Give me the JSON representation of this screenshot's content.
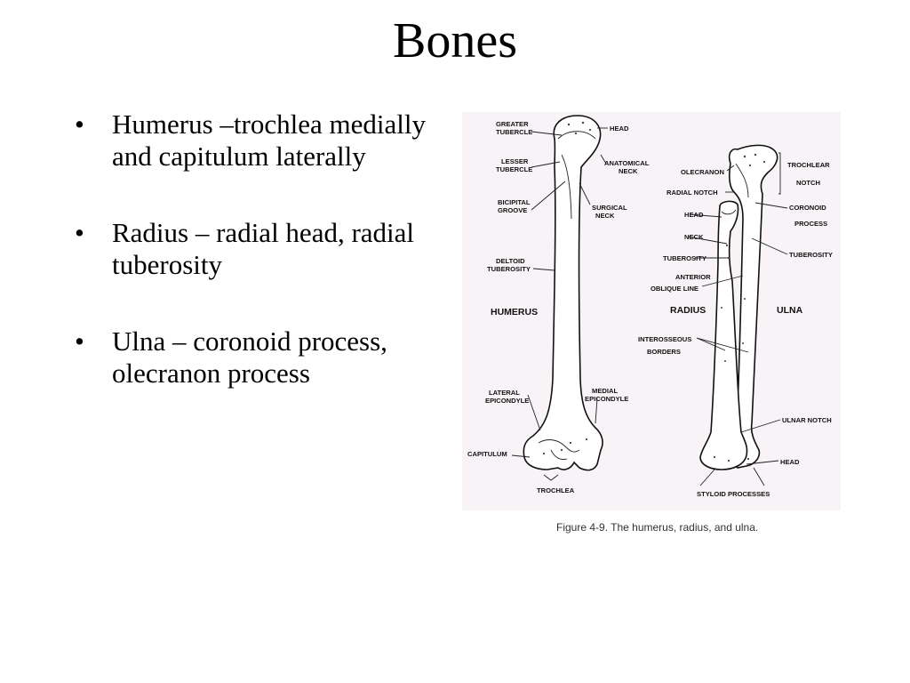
{
  "title": "Bones",
  "bullet_marker": "•",
  "bullets": [
    {
      "text": "Humerus –trochlea medially and capitulum laterally"
    },
    {
      "text": "Radius – radial head, radial tuberosity"
    },
    {
      "text": "Ulna – coronoid process, olecranon process"
    }
  ],
  "figure": {
    "caption": "Figure 4-9.  The humerus, radius, and ulna.",
    "labels": {
      "greater_tubercle": [
        "GREATER",
        "TUBERCLE"
      ],
      "head": "HEAD",
      "lesser_tubercle": [
        "LESSER",
        "TUBERCLE"
      ],
      "anatomical_neck": [
        "ANATOMICAL",
        "NECK"
      ],
      "bicipital_groove": [
        "BICIPITAL",
        "GROOVE"
      ],
      "surgical_neck": [
        "SURGICAL",
        "NECK"
      ],
      "deltoid_tuberosity": [
        "DELTOID",
        "TUBEROSITY"
      ],
      "humerus": "HUMERUS",
      "lateral_epicondyle": [
        "LATERAL",
        "EPICONDYLE"
      ],
      "medial_epicondyle": [
        "MEDIAL",
        "EPICONDYLE"
      ],
      "capitulum": "CAPITULUM",
      "trochlea": "TROCHLEA",
      "olecranon": "OLECRANON",
      "trochlear_notch": [
        "TROCHLEAR",
        "NOTCH"
      ],
      "radial_notch": "RADIAL  NOTCH",
      "radial_head": "HEAD",
      "coronoid_process": [
        "CORONOID",
        "PROCESS"
      ],
      "neck": "NECK",
      "tuberosity_left": "TUBEROSITY",
      "tuberosity_right": "TUBEROSITY",
      "anterior_oblique_line": [
        "ANTERIOR",
        "OBLIQUE  LINE"
      ],
      "radius": "RADIUS",
      "ulna": "ULNA",
      "interosseous_borders": [
        "INTEROSSEOUS",
        "BORDERS"
      ],
      "ulnar_notch": "ULNAR  NOTCH",
      "ulna_head": "HEAD",
      "styloid_processes": "STYLOID  PROCESSES"
    }
  }
}
